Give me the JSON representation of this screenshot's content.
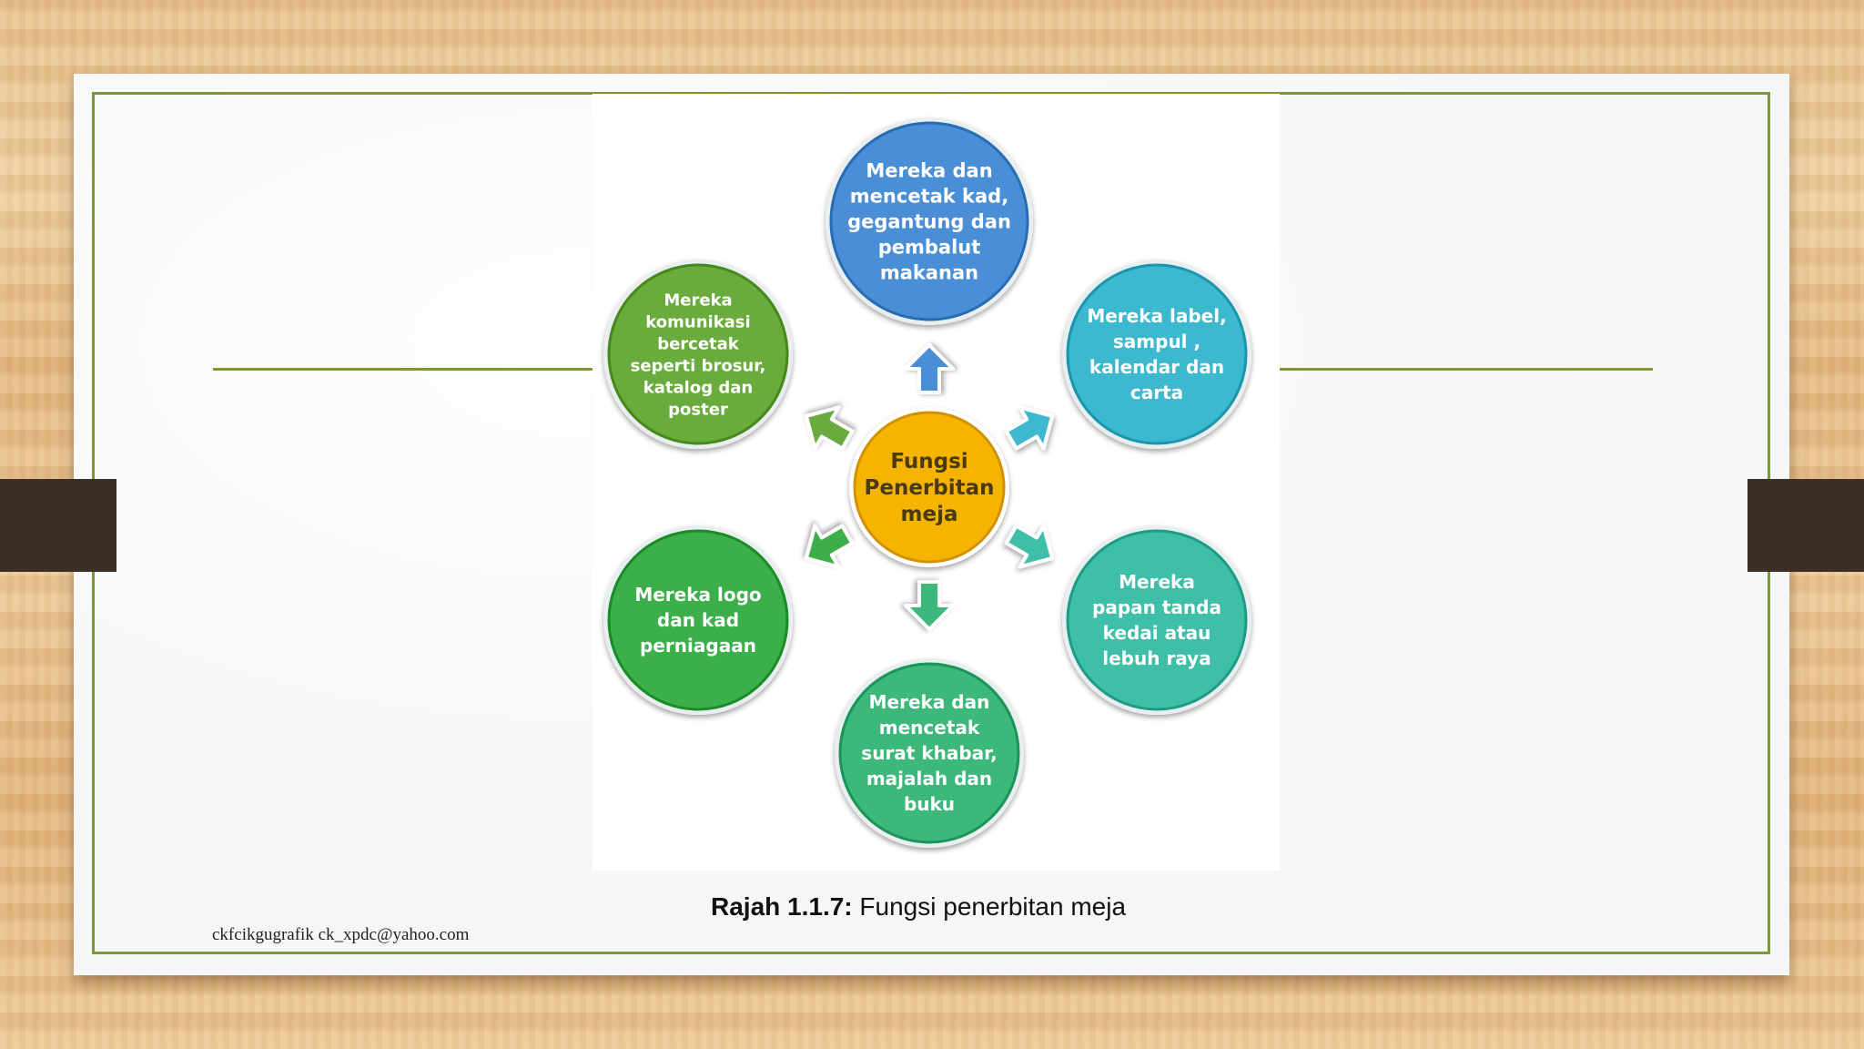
{
  "caption": {
    "label": "Rajah 1.1.7:",
    "text": " Fungsi penerbitan meja"
  },
  "footer": "ckfcikgugrafik ck_xpdc@yahoo.com",
  "diagram": {
    "center": {
      "lines": [
        "Fungsi",
        "Penerbitan",
        "meja"
      ],
      "color": "#f5b400"
    },
    "nodes": [
      {
        "id": "top",
        "lines": [
          "Mereka dan",
          "mencetak kad,",
          "gegantung dan",
          "pembalut",
          "makanan"
        ],
        "color": "#4a8fd6"
      },
      {
        "id": "upper-right",
        "lines": [
          "Mereka label,",
          "sampul ,",
          "kalendar dan",
          "carta"
        ],
        "color": "#3cb8cf"
      },
      {
        "id": "lower-right",
        "lines": [
          "Mereka",
          "papan tanda",
          "kedai atau",
          "lebuh raya"
        ],
        "color": "#3fbfa8"
      },
      {
        "id": "bottom",
        "lines": [
          "Mereka dan",
          "mencetak",
          "surat khabar,",
          "majalah dan",
          "buku"
        ],
        "color": "#3cb87a"
      },
      {
        "id": "lower-left",
        "lines": [
          "Mereka logo",
          "dan kad",
          "perniagaan"
        ],
        "color": "#3cae4a"
      },
      {
        "id": "upper-left",
        "lines": [
          "Mereka",
          "komunikasi",
          "bercetak",
          "seperti brosur,",
          "katalog dan",
          "poster"
        ],
        "color": "#6aab3e"
      }
    ]
  }
}
